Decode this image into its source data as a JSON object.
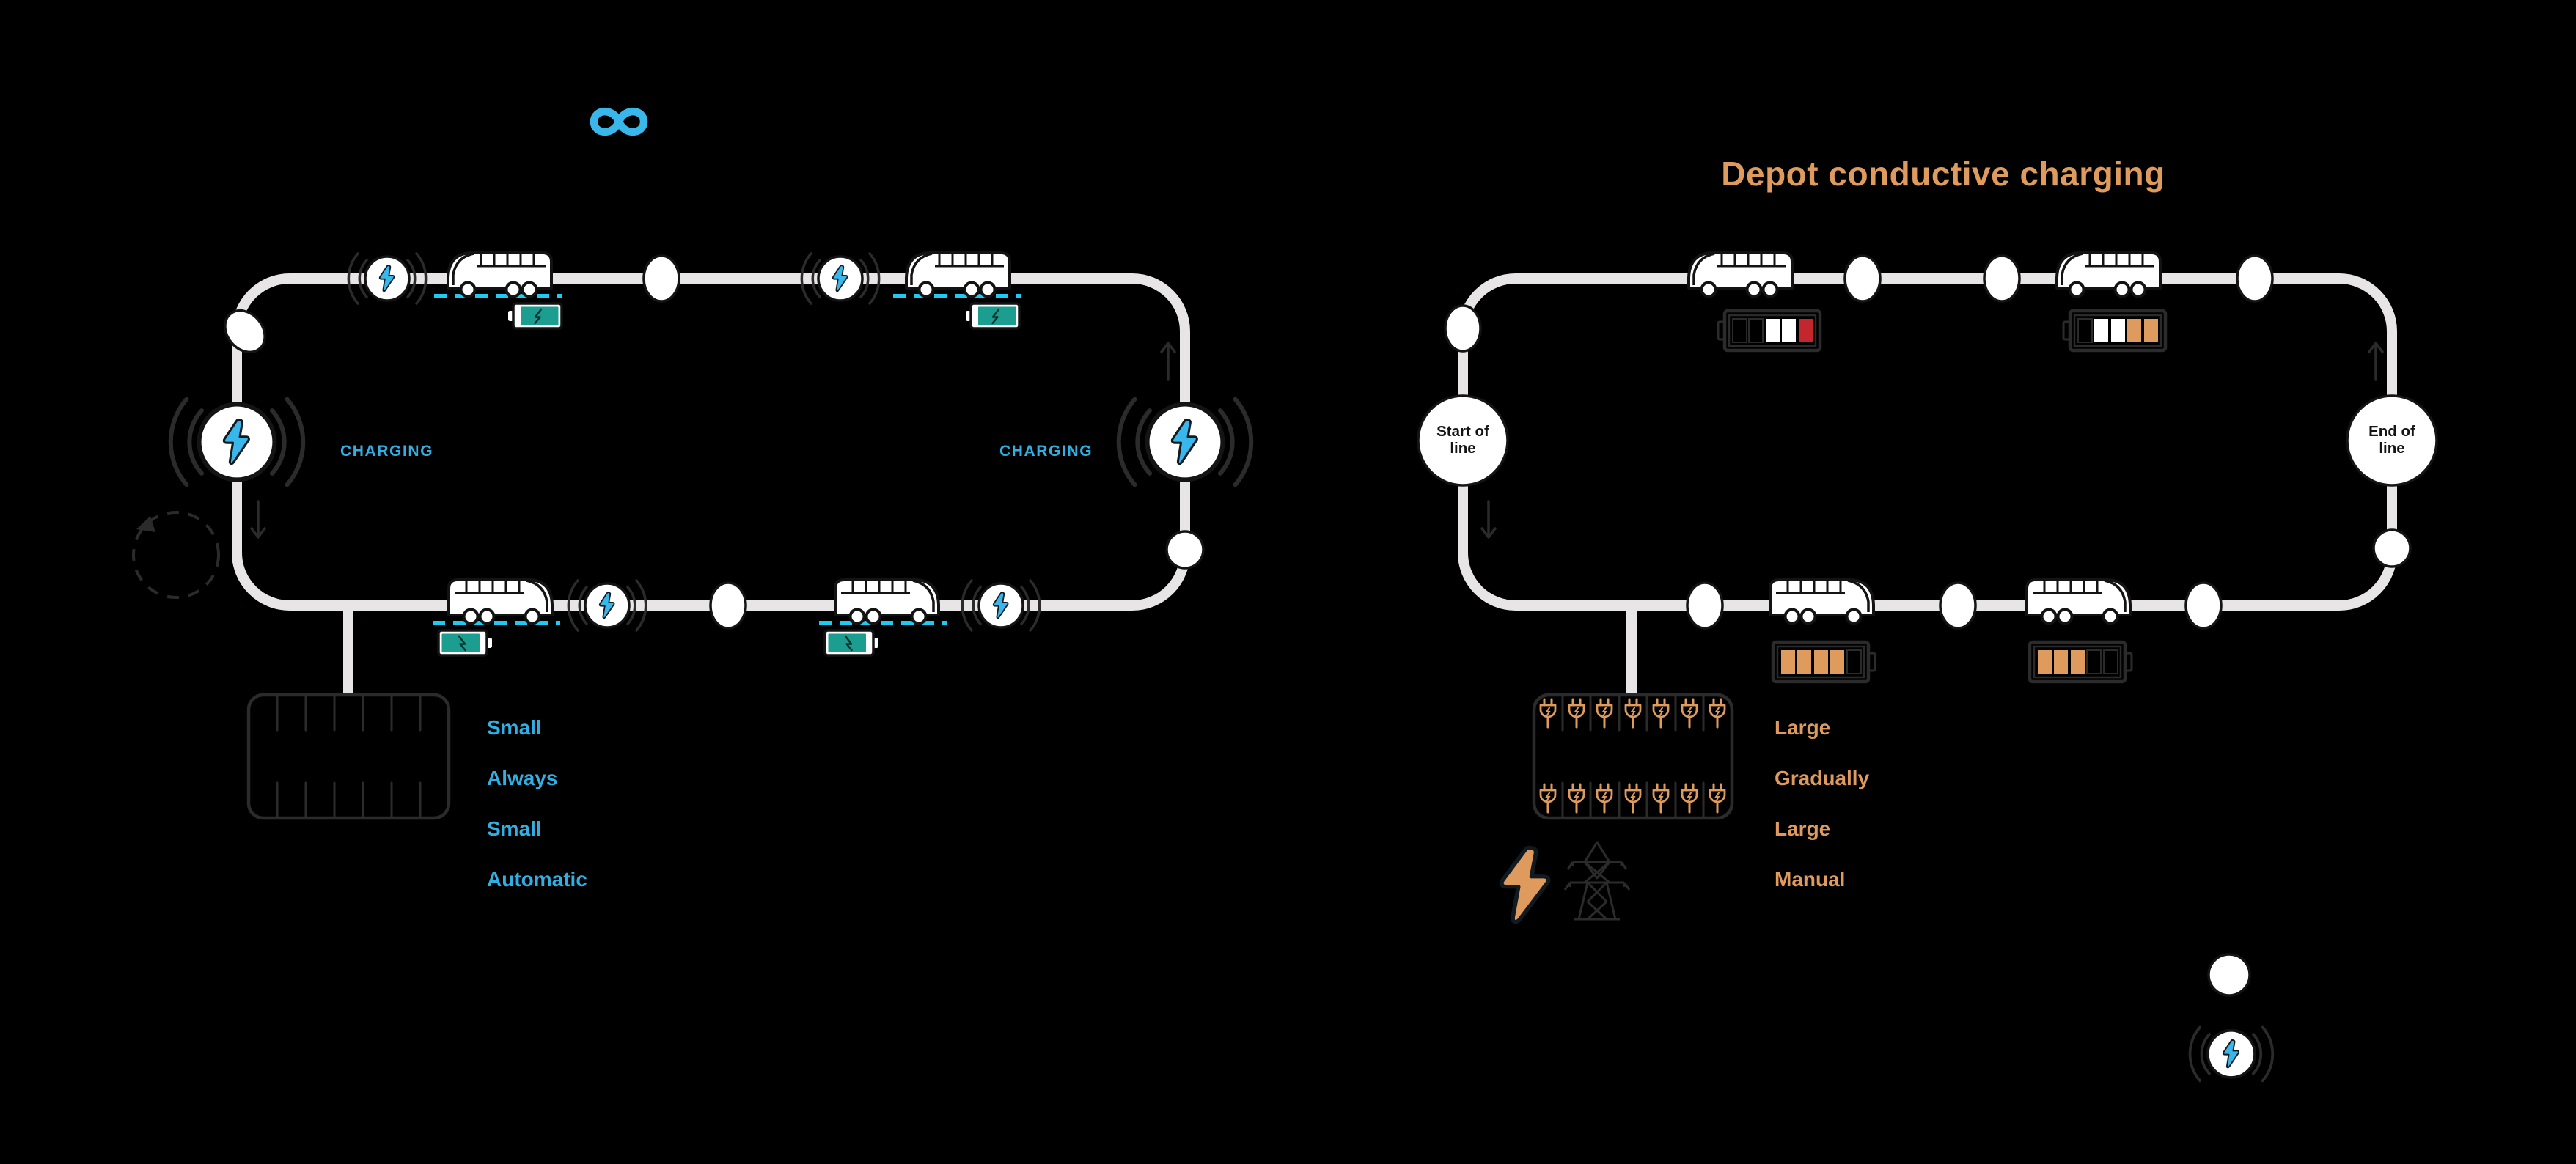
{
  "page": {
    "background": "#000000"
  },
  "colors": {
    "blue": "#3AB7EA",
    "blue_text": "#31AFE3",
    "cyan": "#1EC9F2",
    "orange": "#DF9B5E",
    "teal": "#1B9E90",
    "red": "#C4262E",
    "track": "#E7E5E5",
    "white": "#FFFFFF",
    "ink": "#141414",
    "subtle": "#2B2B2B"
  },
  "logo": {
    "icon": "infinity-loop-logo"
  },
  "left_diagram": {
    "kind": "in-route-wireless-charging-loop",
    "charging_label_left": "CHARGING",
    "charging_label_right": "CHARGING",
    "attributes": [
      "Small",
      "Always",
      "Small",
      "Automatic"
    ],
    "buses": 4,
    "in_route_charging_stations": 4,
    "terminal_charging_stations": 2,
    "battery_states": [
      "full-teal",
      "full-teal",
      "full-teal",
      "full-teal"
    ],
    "depot_stalls": 14
  },
  "right_diagram": {
    "title": "Depot conductive charging",
    "start_of_line": {
      "line1": "Start of",
      "line2": "line"
    },
    "end_of_line": {
      "line1": "End of",
      "line2": "line"
    },
    "attributes": [
      "Large",
      "Gradually",
      "Large",
      "Manual"
    ],
    "buses": 4,
    "battery_states": [
      "2-of-5-white-red-tip",
      "2-white-2-orange-of-5",
      "4-of-5-orange",
      "3-of-5-orange"
    ],
    "depot_stalls": 14,
    "depot_plugs": 14
  },
  "legend": {
    "icons": [
      "bus-stop-node",
      "wireless-charging-station"
    ]
  }
}
